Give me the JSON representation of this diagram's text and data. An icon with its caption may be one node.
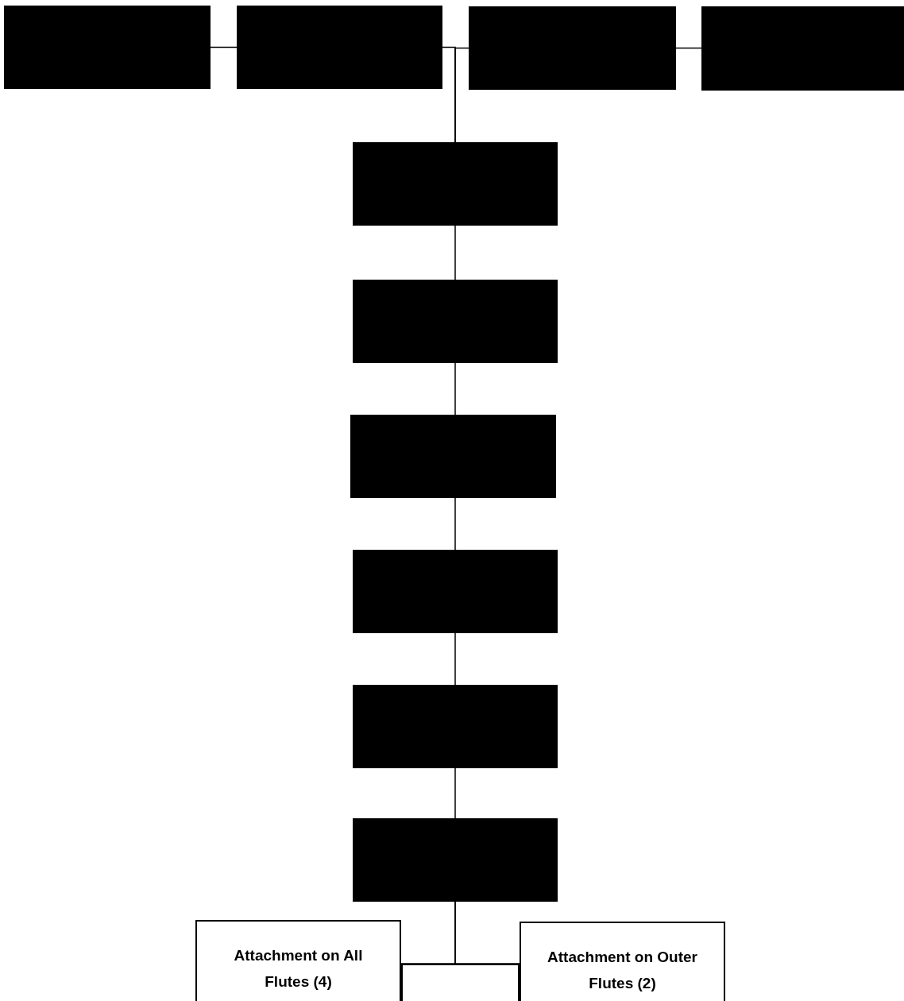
{
  "diagram": {
    "nodes": [
      {
        "text": [],
        "shape": "box"
      },
      {
        "text": [],
        "shape": "box"
      },
      {
        "text": [],
        "shape": "box"
      },
      {
        "text": [],
        "shape": "box"
      },
      {
        "text": [],
        "shape": "box"
      },
      {
        "text": [],
        "shape": "box"
      },
      {
        "text": [],
        "shape": "box"
      },
      {
        "text": [],
        "shape": "box"
      },
      {
        "text": [],
        "shape": "box"
      },
      {
        "text": [],
        "shape": "box"
      },
      {
        "text": [
          "Attachment on All Flutes (4)"
        ]
      },
      {
        "text": [
          "Attachment on Outer Flutes (2)"
        ]
      },
      {
        "text": [],
        "shape": "box"
      }
    ],
    "edges": [
      {
        "from": 0,
        "to": 1,
        "arrow": "none"
      },
      {
        "from": 1,
        "to": 4,
        "arrow": "none"
      },
      {
        "from": 2,
        "to": 4,
        "arrow": "none"
      },
      {
        "from": 2,
        "to": 3,
        "arrow": "none"
      },
      {
        "from": 4,
        "to": 5,
        "arrow": "none"
      },
      {
        "from": 5,
        "to": 6,
        "arrow": "none"
      },
      {
        "from": 6,
        "to": 7,
        "arrow": "none"
      },
      {
        "from": 7,
        "to": 8,
        "arrow": "none"
      },
      {
        "from": 8,
        "to": 9,
        "arrow": "none"
      },
      {
        "from": 9,
        "to": 10,
        "arrow": "none"
      },
      {
        "from": 9,
        "to": 11,
        "arrow": "none"
      }
    ]
  }
}
